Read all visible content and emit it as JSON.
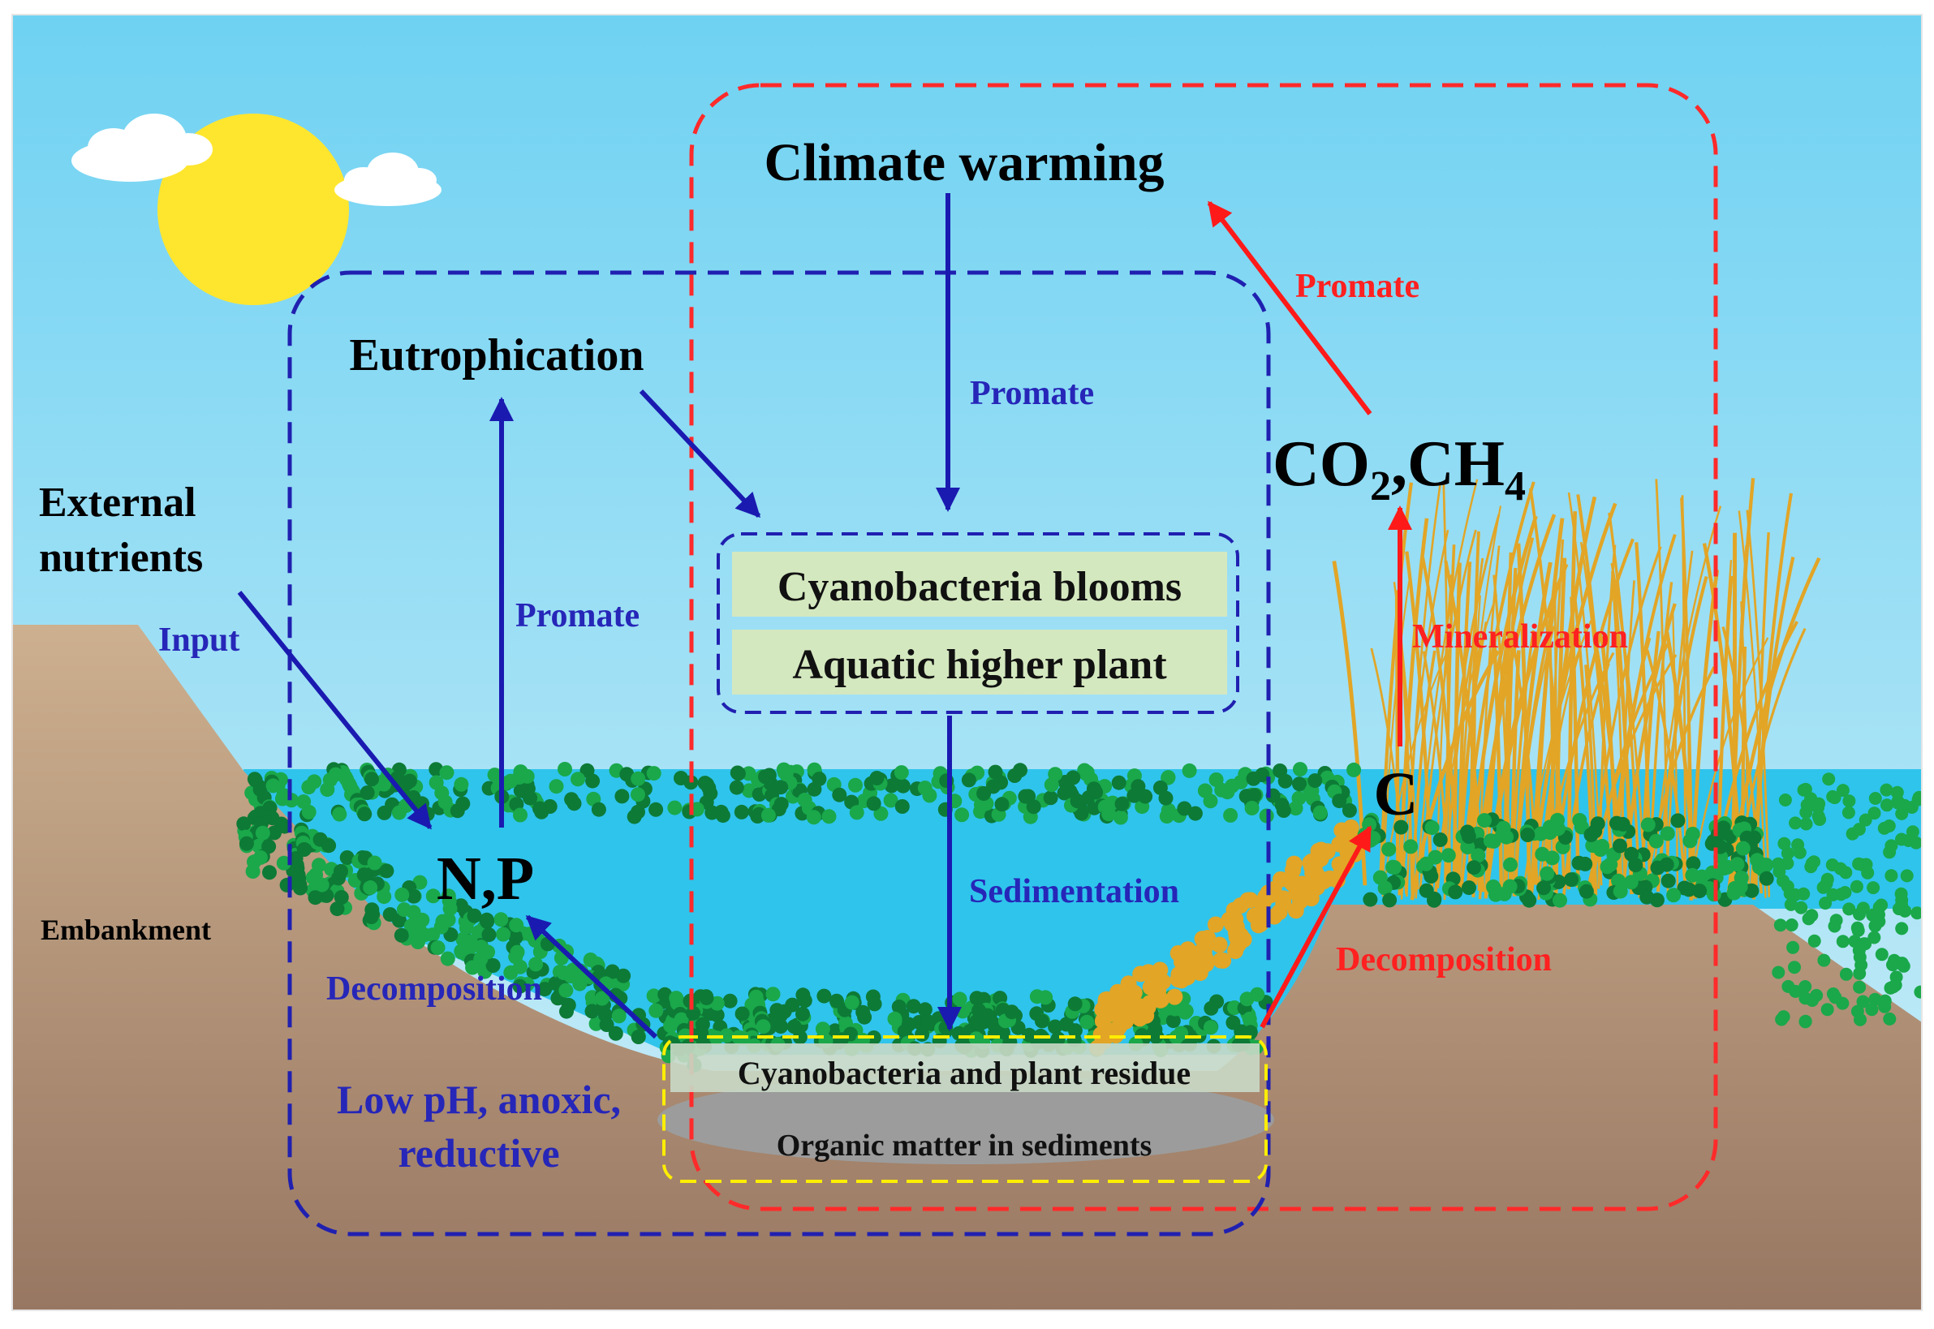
{
  "labels": {
    "climate_warming": "Climate warming",
    "eutrophication": "Eutrophication",
    "external_nutrients_line1": "External",
    "external_nutrients_line2": "nutrients",
    "input": "Input",
    "promate_left": "Promate",
    "promate_center": "Promate",
    "promate_right": "Promate",
    "gas_co": "CO",
    "gas_sub1": "2",
    "gas_ch": ",CH",
    "gas_sub2": "4",
    "mineralization": "Mineralization",
    "cyanobacteria_blooms": "Cyanobacteria blooms",
    "aquatic_higher_plant": "Aquatic higher plant",
    "carbon": "C",
    "n_p": "N,P",
    "sedimentation": "Sedimentation",
    "decomposition_left": "Decomposition",
    "decomposition_right": "Decomposition",
    "embankment": "Embankment",
    "low_ph_line1": "Low pH, anoxic,",
    "low_ph_line2": "reductive",
    "plant_residue": "Cyanobacteria  and plant residue",
    "organic_matter": "Organic matter in sediments"
  },
  "colors": {
    "sky_top": "#6fd2f2",
    "sky_bottom": "#c9ecf7",
    "water": "#2fc4ec",
    "soil_top": "#c8ab8a",
    "soil_bottom": "#9a7a63",
    "algae": "#1aa84a",
    "algae_dark": "#0d7a36",
    "reed": "#e2a526",
    "sun": "#ffe62e",
    "blue_arrow": "#1a1ab0",
    "red_arrow": "#ff1a1a",
    "blue_label": "#2626b8",
    "red_label": "#ff2020",
    "blue_box": "#2020b0",
    "red_box": "#ff2a2a",
    "yellow_box": "#ffee00",
    "green_box": "#d4e8bf",
    "sediment_grey": "#9c9c9c"
  }
}
